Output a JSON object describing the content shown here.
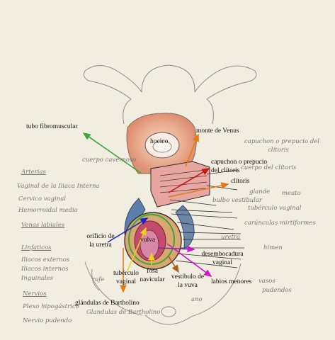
{
  "labels": {
    "tubo": "tubo fibromuscular",
    "monte": "monte de Venus",
    "hocico": "hocico",
    "capuchon_1": "capuchon o prepucio",
    "capuchon_2": "del clítoris",
    "clitoris": "clítoris",
    "orificio_1": "orificio de",
    "orificio_2": "la uretra",
    "vulva": "vulva",
    "desemb_1": "desembocadura",
    "desemb_2": "vaginal",
    "tuberculo_1": "tubérculo",
    "tuberculo_2": "vaginal",
    "fosa_1": "fosa",
    "fosa_2": "navicular",
    "vestibulo_1": "vestíbulo de",
    "vestibulo_2": "la vuva",
    "labios": "labios menores",
    "glandulas": "glándulas de Bartholino"
  },
  "handwritten": {
    "left": [
      "Arterias",
      "Vaginal de la Iliaca Interna",
      "Cervico vaginal",
      "Hemorroidal media",
      "Venas labiales",
      "Linfaticos",
      "Iliacos externos",
      "Iliacos internos",
      "Inguinales",
      "Nervios",
      "Plexo hipogástrico",
      "Nervio pudendo"
    ],
    "right": [
      "capuchon o prepucio del",
      "clítoris",
      "cuerpo del clítoris",
      "glande",
      "meato",
      "bulbo vestibular",
      "tubérculo vaginal",
      "carúnculas mirtiformes",
      "himen",
      "pudendos",
      "vasos",
      "cuerpo cavernoso",
      "Glandulas de Bartholino",
      "rafe",
      "ano",
      "uretra"
    ]
  },
  "colors": {
    "green": "#3da63a",
    "orange": "#e57a14",
    "red": "#c81a1a",
    "blue": "#2222c8",
    "magenta": "#d014d0",
    "yellow": "#e8d21c",
    "brown": "#a8631e",
    "purple": "#7a2aa8"
  }
}
